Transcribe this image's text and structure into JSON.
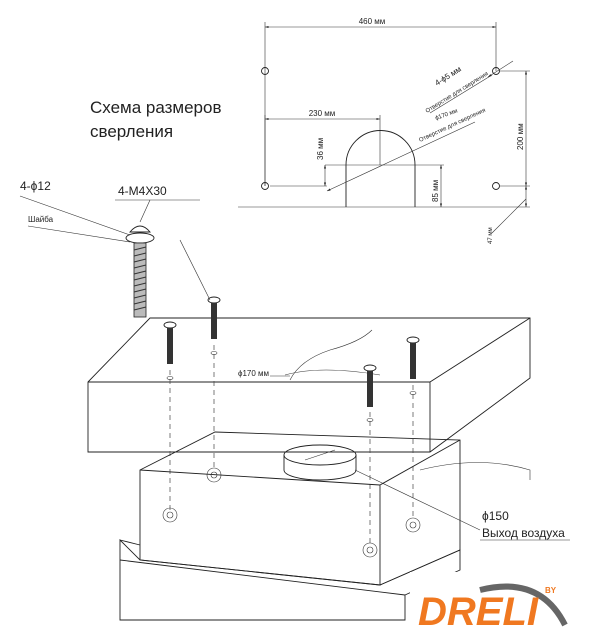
{
  "drilling_scheme": {
    "title_line1": "Схема размеров",
    "title_line2": "сверления",
    "width_label": "460 мм",
    "half_width_label": "230 мм",
    "screw_hole_label": "4-ϕ5 мм",
    "screw_hole_note": "Отверстие для сверления",
    "duct_hole_label": "ϕ170 мм",
    "duct_hole_note": "Отверстие для сверления",
    "arch_offset_label": "36 мм",
    "cutout_height_label": "85 мм",
    "hole_spacing_label": "200 мм",
    "edge_offset_label": "47 мм"
  },
  "assembly": {
    "washer_size_label": "4-ϕ12",
    "screw_label": "4-M4X30",
    "washer_label": "Шайба",
    "countertop_hole_label": "ϕ170 мм",
    "outlet_diameter_label": "ϕ150",
    "outlet_label": "Выход воздуха"
  },
  "logo": {
    "brand": "DRELI",
    "suffix": "BY",
    "colors": {
      "primary": "#f07820",
      "swoosh": "#666666"
    }
  }
}
